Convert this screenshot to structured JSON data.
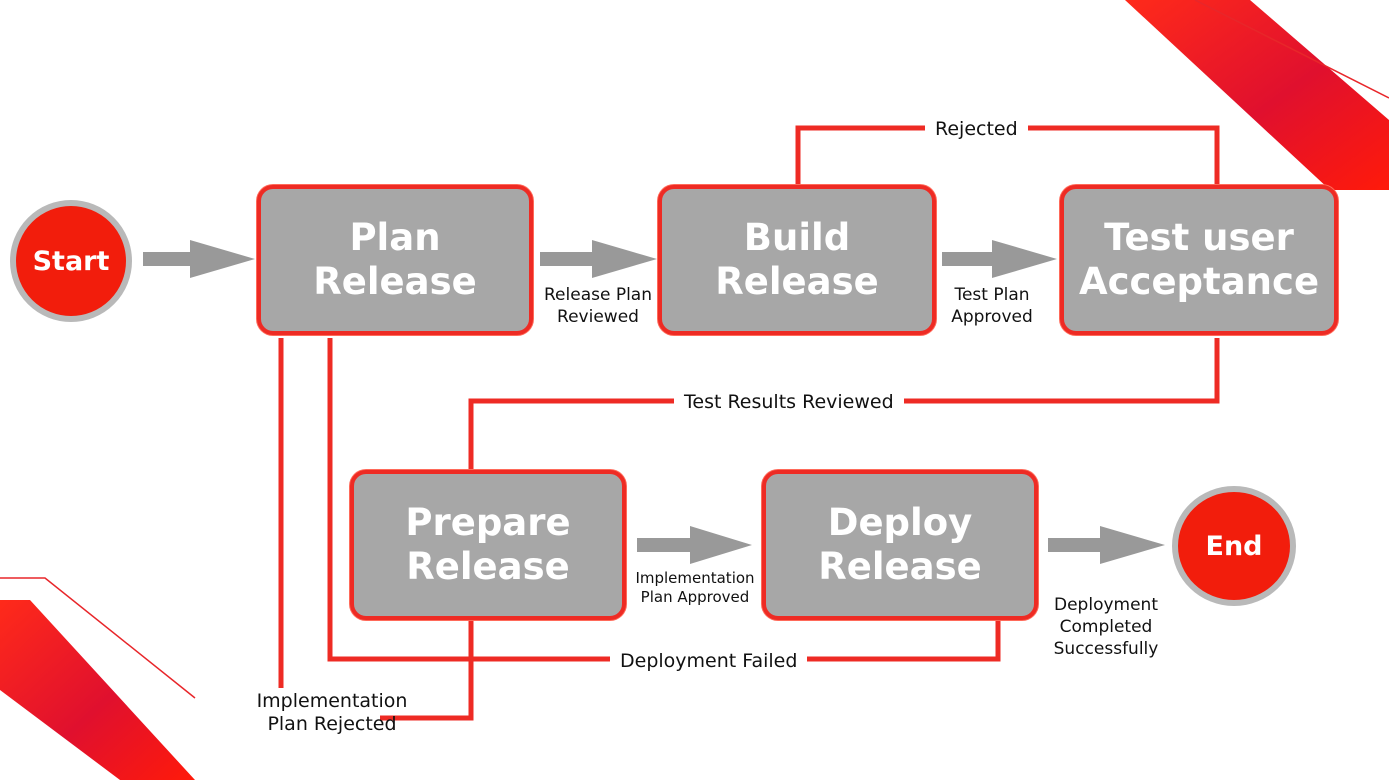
{
  "colors": {
    "accent_red": "#ee2b24",
    "node_fill": "#a7a7a7",
    "arrow_gray": "#999999",
    "terminal_red": "#f21d0c"
  },
  "nodes": {
    "start": "Start",
    "end": "End",
    "plan": [
      "Plan",
      "Release"
    ],
    "build": [
      "Build",
      "Release"
    ],
    "test": [
      "Test user",
      "Acceptance"
    ],
    "prepare": [
      "Prepare",
      "Release"
    ],
    "deploy": [
      "Deploy",
      "Release"
    ]
  },
  "edges": {
    "plan_to_build": [
      "Release Plan",
      "Reviewed"
    ],
    "build_to_test": [
      "Test Plan",
      "Approved"
    ],
    "test_to_build": "Rejected",
    "test_to_prepare": "Test Results Reviewed",
    "prepare_to_deploy": [
      "Implementation",
      "Plan Approved"
    ],
    "deploy_to_plan": "Deployment Failed",
    "deploy_to_end": [
      "Deployment",
      "Completed",
      "Successfully"
    ],
    "prepare_to_plan": [
      "Implementation",
      "Plan Rejected"
    ]
  }
}
